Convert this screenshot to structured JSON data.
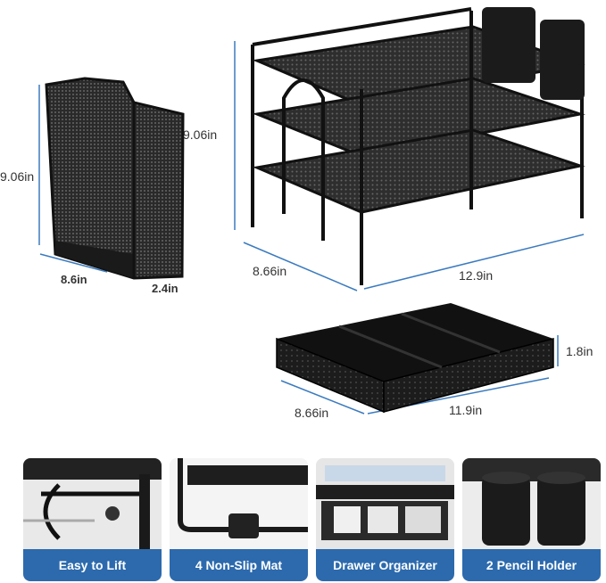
{
  "dimensions": {
    "file_holder_height": "9.06in",
    "file_holder_depth": "8.6in",
    "file_holder_width": "2.4in",
    "rack_height": "9.06in",
    "rack_depth": "8.66in",
    "rack_width": "12.9in",
    "drawer_height": "1.8in",
    "drawer_depth": "8.66in",
    "drawer_width": "11.9in"
  },
  "features": [
    {
      "label": "Easy to Lift"
    },
    {
      "label": "4 Non-Slip Mat"
    },
    {
      "label": "Drawer Organizer"
    },
    {
      "label": "2 Pencil Holder"
    }
  ],
  "colors": {
    "accent": "#2c6aad",
    "dimension_line": "#3b7bbf",
    "product": "#1a1a1a"
  }
}
